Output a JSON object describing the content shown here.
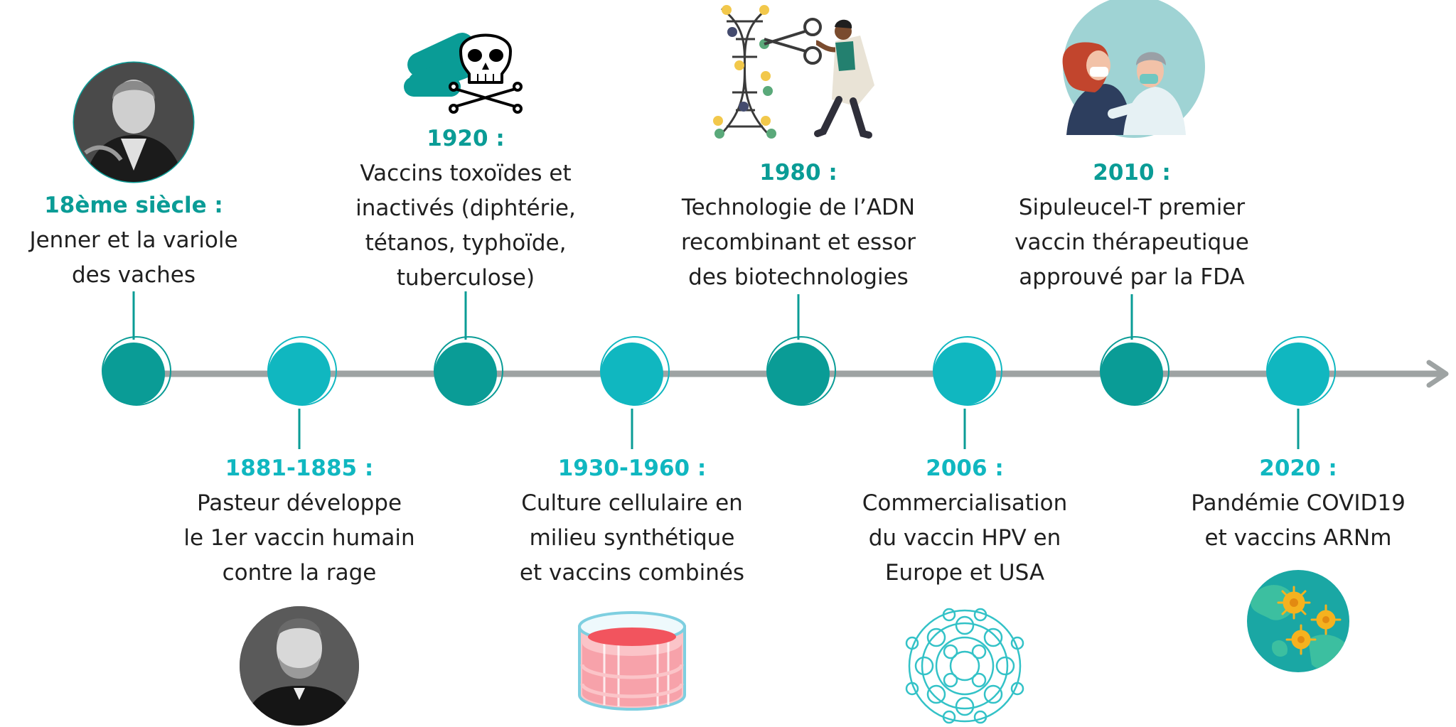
{
  "colors": {
    "dark_teal": "#0a9c96",
    "light_teal": "#10b7c0",
    "axis": "#9ea3a3",
    "text": "#1f1f1f"
  },
  "events": [
    {
      "year": "18ème siècle :",
      "description": "Jenner et la variole\ndes vaches",
      "icon": "jenner-portrait-icon"
    },
    {
      "year": "1881-1885 :",
      "description": "Pasteur développe\nle 1er vaccin humain\ncontre la rage",
      "icon": "pasteur-portrait-icon"
    },
    {
      "year": "1920 :",
      "description": "Vaccins toxoïdes et\ninactivés (diphtérie,\ntétanos, typhoïde,\ntuberculose)",
      "icon": "bacteria-skull-icon"
    },
    {
      "year": "1930-1960 :",
      "description": "Culture cellulaire en\nmilieu synthétique\net vaccins combinés",
      "icon": "petri-dish-icon"
    },
    {
      "year": "1980 :",
      "description": "Technologie de l’ADN\nrecombinant et essor\ndes biotechnologies",
      "icon": "dna-scissors-icon"
    },
    {
      "year": "2006 :",
      "description": "Commercialisation\ndu vaccin HPV en\nEurope et USA",
      "icon": "virus-icon"
    },
    {
      "year": "2010 :",
      "description": "Sipuleucel-T premier\nvaccin thérapeutique\napprouvé par la FDA",
      "icon": "vaccination-icon"
    },
    {
      "year": "2020 :",
      "description": "Pandémie COVID19\net vaccins ARNm",
      "icon": "coronavirus-globe-icon"
    }
  ]
}
